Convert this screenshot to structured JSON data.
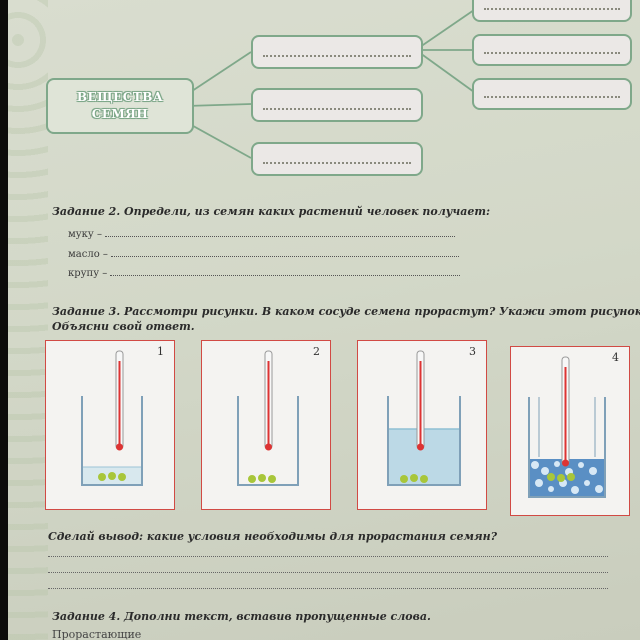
{
  "diagram": {
    "main_label_line1": "ВЕЩЕСТВА",
    "main_label_line2": "СЕМЯН"
  },
  "task2": {
    "title": "Задание 2. Определи, из семян каких растений человек получает:",
    "items": [
      "муку –",
      "масло –",
      "крупу –"
    ]
  },
  "task3": {
    "title_line1": "Задание 3. Рассмотри рисунки. В каком сосуде семена прорастут? Укажи этот рисунок.",
    "title_line2": "Объясни свой ответ.",
    "pictures": [
      {
        "number": "1",
        "contents": "seeds in a little water"
      },
      {
        "number": "2",
        "contents": "dry seeds"
      },
      {
        "number": "3",
        "contents": "seeds fully covered with water"
      },
      {
        "number": "4",
        "contents": "seeds in ice"
      }
    ]
  },
  "conclusion": {
    "title": "Сделай вывод: какие условия необходимы для прорастания семян?"
  },
  "task4": {
    "title": "Задание 4. Дополни текст, вставив пропущенные слова.",
    "partial_text": "Прорастающие"
  },
  "colors": {
    "page_bg": "#d6dacb",
    "box_border": "#7fa88a",
    "picture_border": "#d14a44",
    "water": "#bcd9e6",
    "seed": "#a8c63a"
  }
}
